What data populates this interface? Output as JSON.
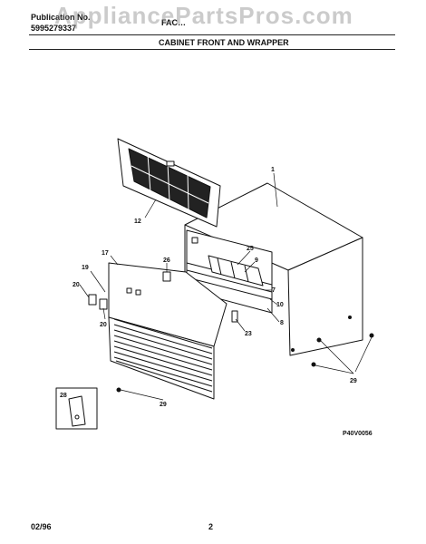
{
  "header": {
    "publication_label": "Publication No.",
    "publication_number": "5995279337",
    "model_partial": "FAC…",
    "section_title": "CABINET FRONT AND WRAPPER"
  },
  "watermark": "AppliancePartsPros.com",
  "diagram": {
    "drawing_code": "P40V0056",
    "callouts": {
      "c1": "1",
      "c7": "7",
      "c8": "8",
      "c9": "9",
      "c10": "10",
      "c12": "12",
      "c17": "17",
      "c19": "19",
      "c20a": "20",
      "c20b": "20",
      "c23": "23",
      "c25": "25",
      "c26": "26",
      "c28": "28",
      "c29a": "29",
      "c29b": "29"
    }
  },
  "footer": {
    "date": "02/96",
    "page": "2"
  }
}
